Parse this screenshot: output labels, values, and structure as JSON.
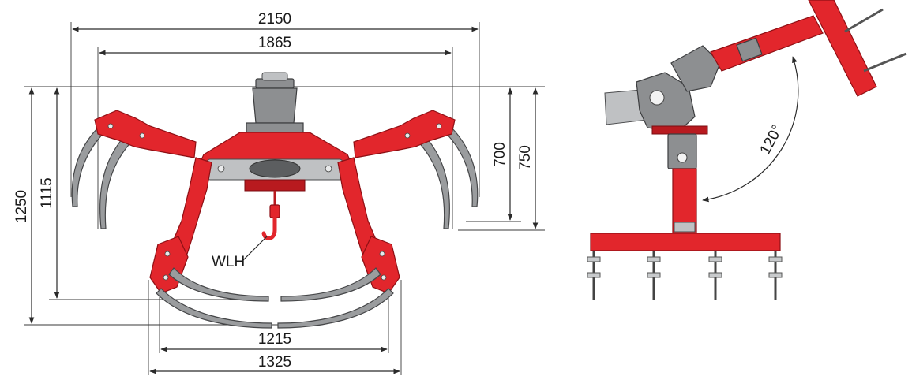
{
  "dimensions": {
    "overall_width": "2150",
    "tine_tip_width": "1865",
    "closed_width_inner": "1215",
    "closed_width_outer": "1325",
    "overall_height": "1250",
    "height_to_tip": "1115",
    "height_700": "700",
    "height_750": "750",
    "rotation_angle": "120°"
  },
  "labels": {
    "wlh": "WLH"
  },
  "colors": {
    "frame": "#e2262c",
    "tines": "#9a9c9e",
    "rotator": "#8d8f91",
    "dimension_lines": "#2a2a2a"
  }
}
